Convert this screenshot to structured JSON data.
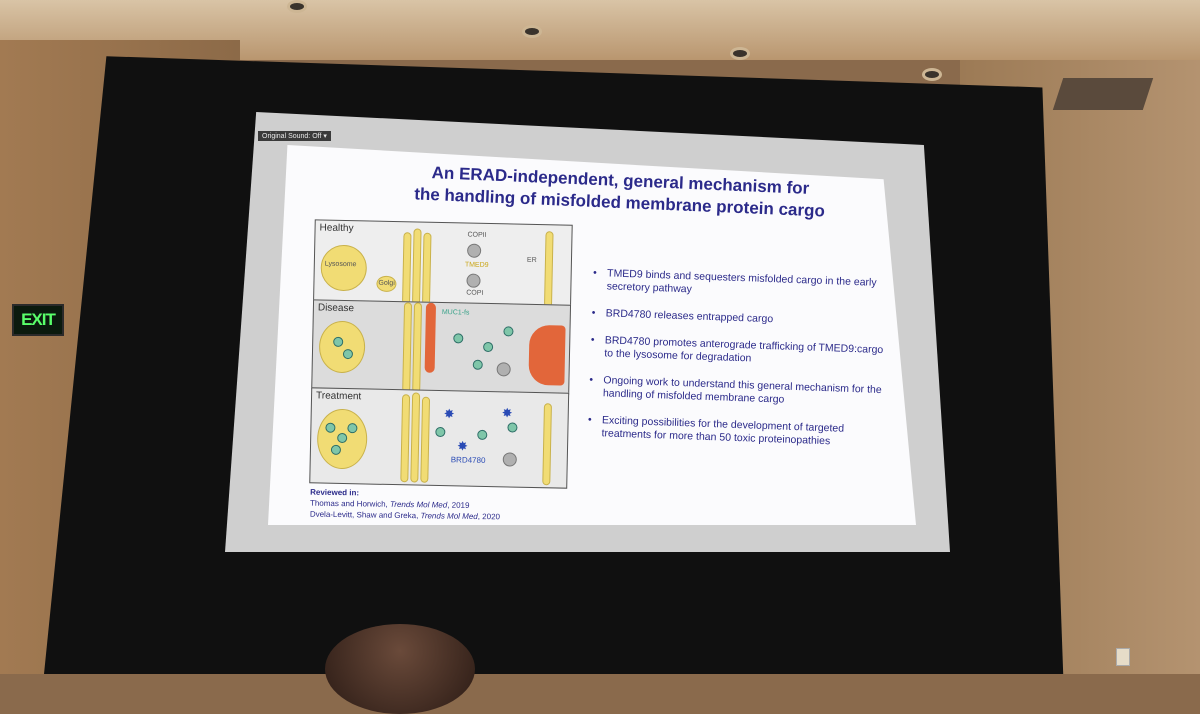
{
  "overlay": {
    "sound_label": "Original Sound: Off"
  },
  "room": {
    "exit_sign": "EXIT"
  },
  "slide": {
    "title_line1": "An ERAD-independent, general mechanism for",
    "title_line2": "the handling of misfolded membrane protein cargo",
    "figure": {
      "panels": [
        "Healthy",
        "Disease",
        "Treatment"
      ],
      "labels": {
        "lysosome": "Lysosome",
        "golgi": "Golgi",
        "copii": "COPII",
        "tmed9": "TMED9",
        "copi": "COPI",
        "er": "ER",
        "muc1": "MUC1-fs",
        "brd": "BRD4780"
      }
    },
    "bullets": [
      "TMED9 binds and sequesters misfolded cargo in the early secretory pathway",
      "BRD4780 releases entrapped cargo",
      "BRD4780 promotes anterograde trafficking of TMED9:cargo to the lysosome for degradation",
      "Ongoing work to understand this general mechanism for the handling of misfolded membrane cargo",
      "Exciting possibilities for the development of targeted treatments for more than 50 toxic proteinopathies"
    ],
    "references": {
      "lead": "Reviewed in:",
      "ref1_authors": "Thomas and Horwich, ",
      "ref1_journal": "Trends Mol Med",
      "ref1_year": ", 2019",
      "ref2_authors": "Dvela-Levitt, Shaw and Greka, ",
      "ref2_journal": "Trends Mol Med",
      "ref2_year": ", 2020"
    }
  }
}
